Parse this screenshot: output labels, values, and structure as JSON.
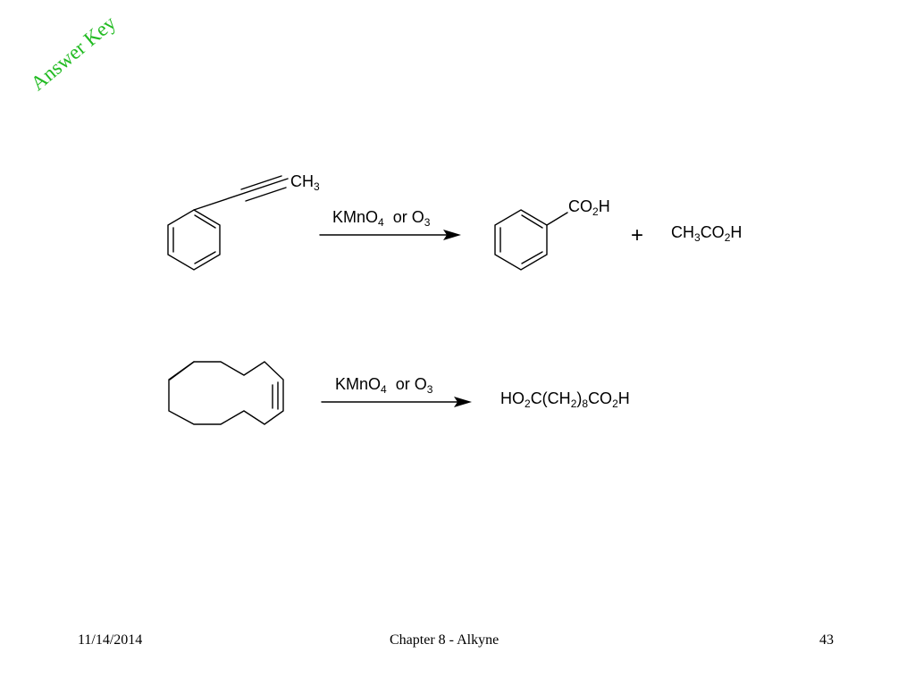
{
  "slide": {
    "stamp": "Answer Key",
    "stamp_color": "#22bb22"
  },
  "reaction1": {
    "reactant_substituent": [
      "CH",
      "3"
    ],
    "reagent": [
      "KMnO",
      "4",
      "or O",
      "3"
    ],
    "product1_group": [
      "CO",
      "2",
      "H"
    ],
    "plus": "+",
    "product2": [
      "CH",
      "3",
      "CO",
      "2",
      "H"
    ]
  },
  "reaction2": {
    "reagent": [
      "KMnO",
      "4",
      "or O",
      "3"
    ],
    "product": [
      "HO",
      "2",
      "C(CH",
      "2",
      ")",
      "8",
      "CO",
      "2",
      "H"
    ]
  },
  "footer": {
    "date": "11/14/2014",
    "title": "Chapter 8 - Alkyne",
    "page": "43"
  }
}
